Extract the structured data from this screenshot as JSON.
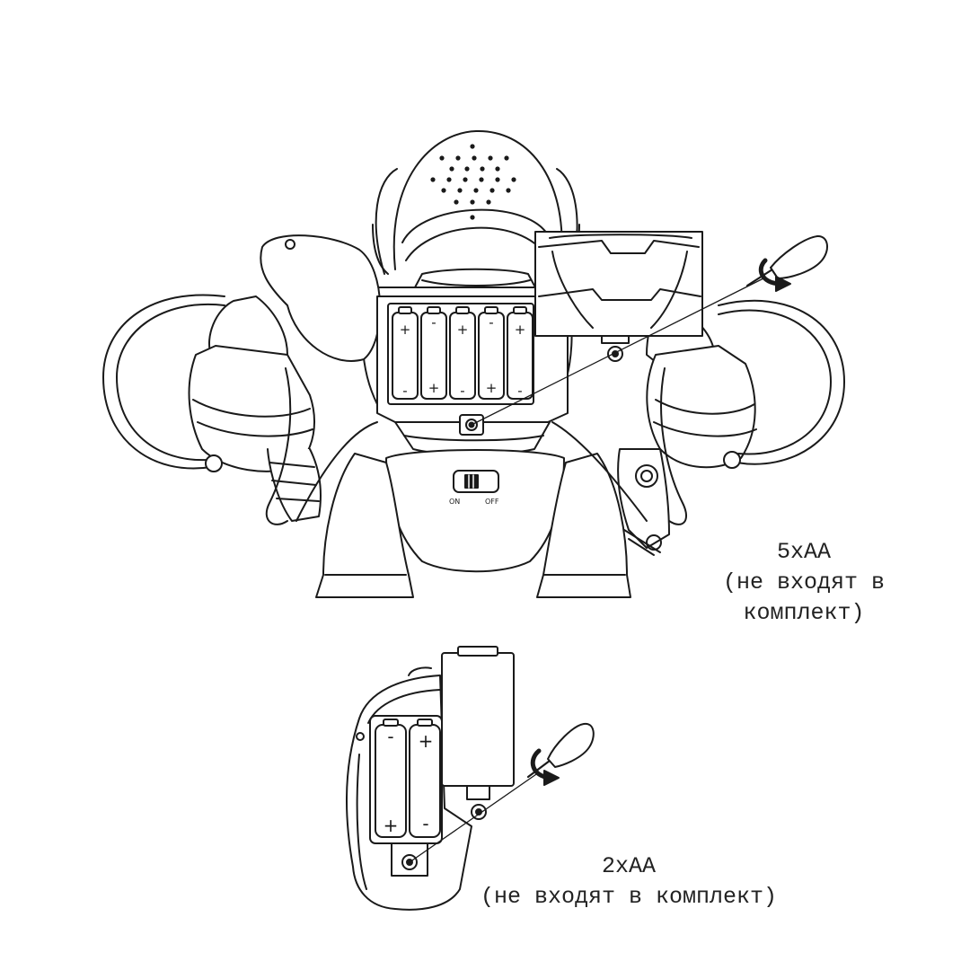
{
  "robot_battery": {
    "count_label": "5xAA",
    "note": "(не входят в комплект)",
    "switch_on": "ON",
    "switch_off": "OFF",
    "polarity": [
      "+",
      "-",
      "+",
      "-",
      "+",
      "-",
      "+",
      "-",
      "+",
      "-"
    ]
  },
  "remote_battery": {
    "count_label": "2xAA",
    "note": "(не входят в комплект)",
    "polarity": [
      "-",
      "+",
      "+",
      "-"
    ]
  },
  "colors": {
    "stroke": "#1a1a1a",
    "background": "#ffffff"
  },
  "icons": [
    "screwdriver-icon",
    "rotate-arrow-icon",
    "screw-icon",
    "battery-icon"
  ]
}
